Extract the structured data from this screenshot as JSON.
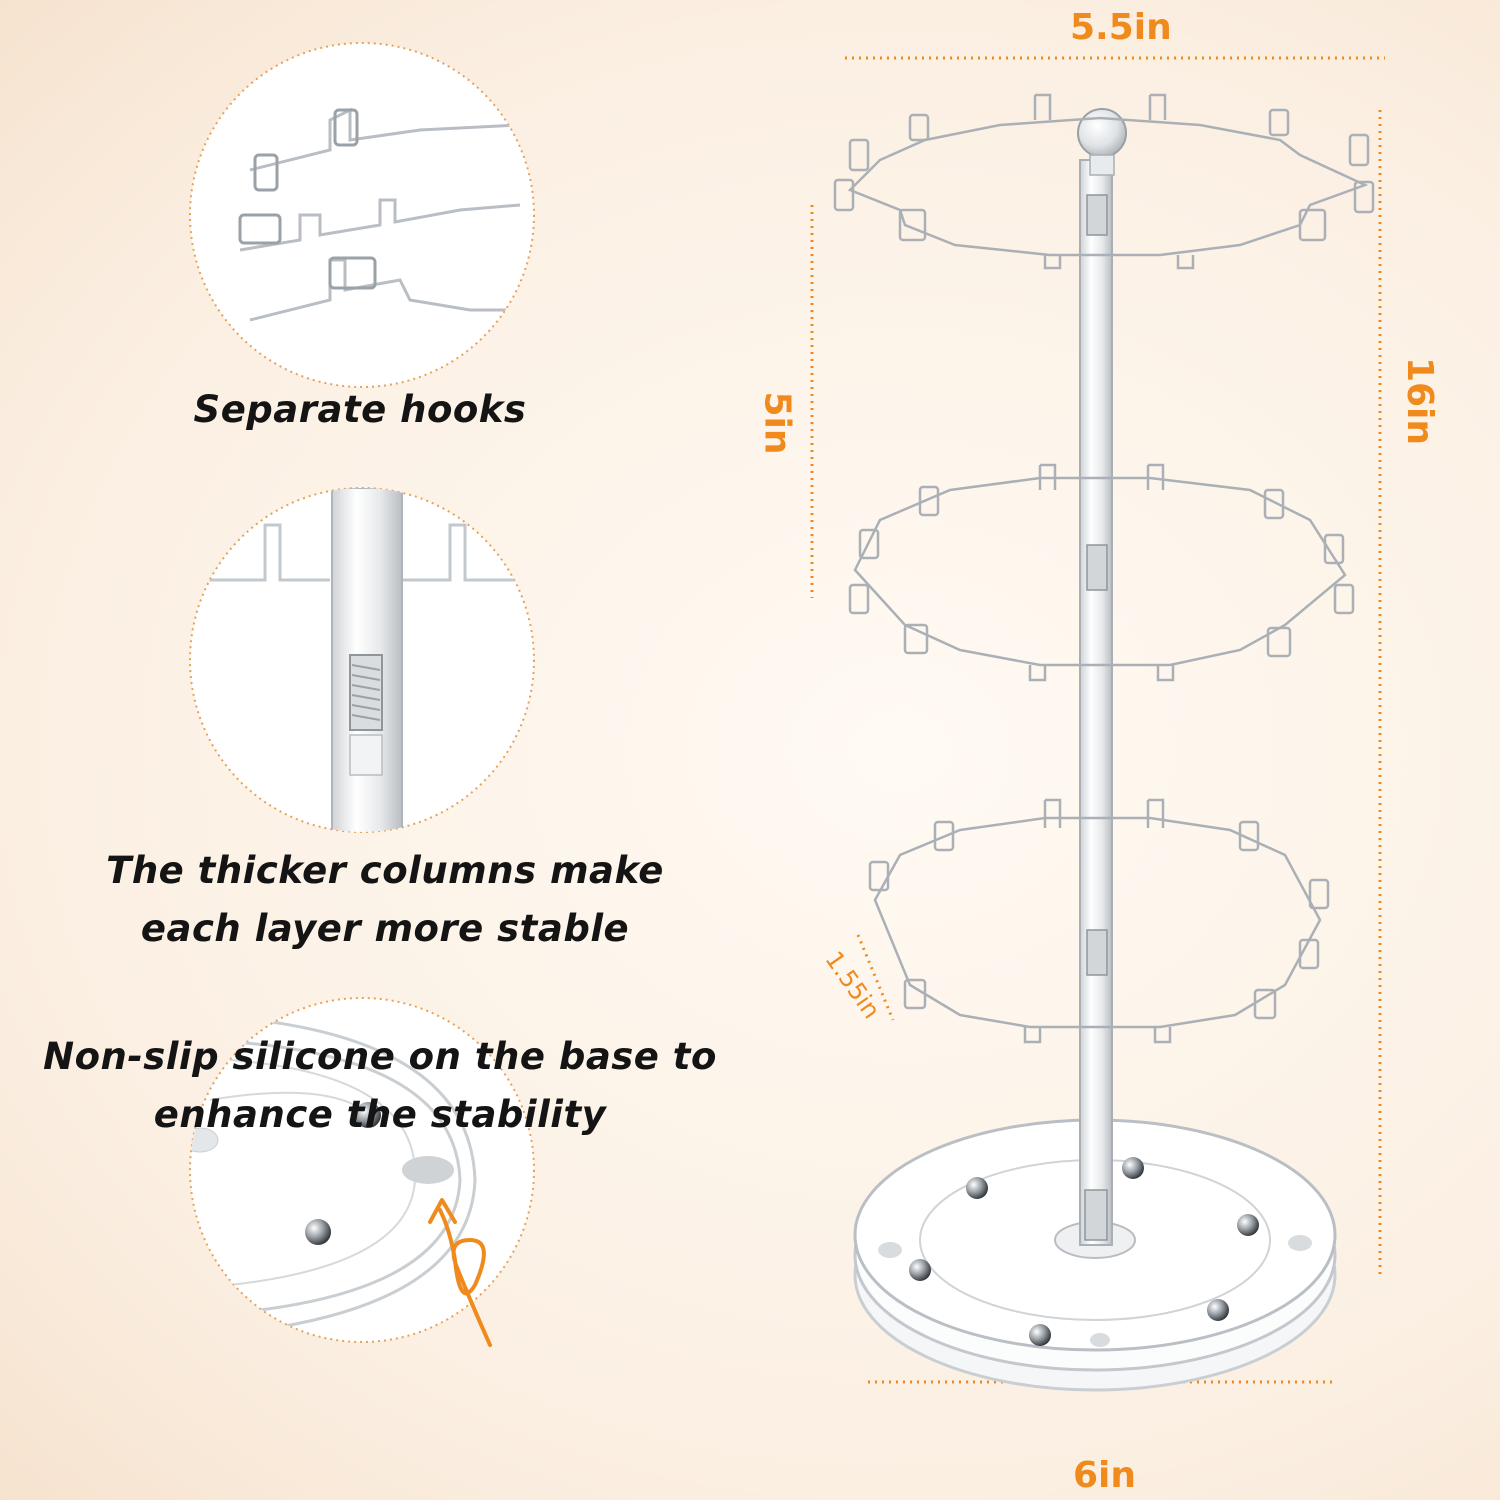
{
  "captions": {
    "hooks": "Separate hooks",
    "columns": [
      "The thicker columns make",
      "each layer more stable"
    ],
    "silicone": [
      "Non-slip silicone on the base to",
      "enhance the stability"
    ]
  },
  "dimensions": {
    "top_width": "5.5in",
    "total_height": "16in",
    "tier_spacing": "5in",
    "hook_length": "1.55in",
    "base_width": "6in"
  },
  "colors": {
    "accent": "#f08a1c",
    "text": "#141414",
    "background": "#fbefe2"
  },
  "icons": [
    "curved-arrow-icon"
  ]
}
